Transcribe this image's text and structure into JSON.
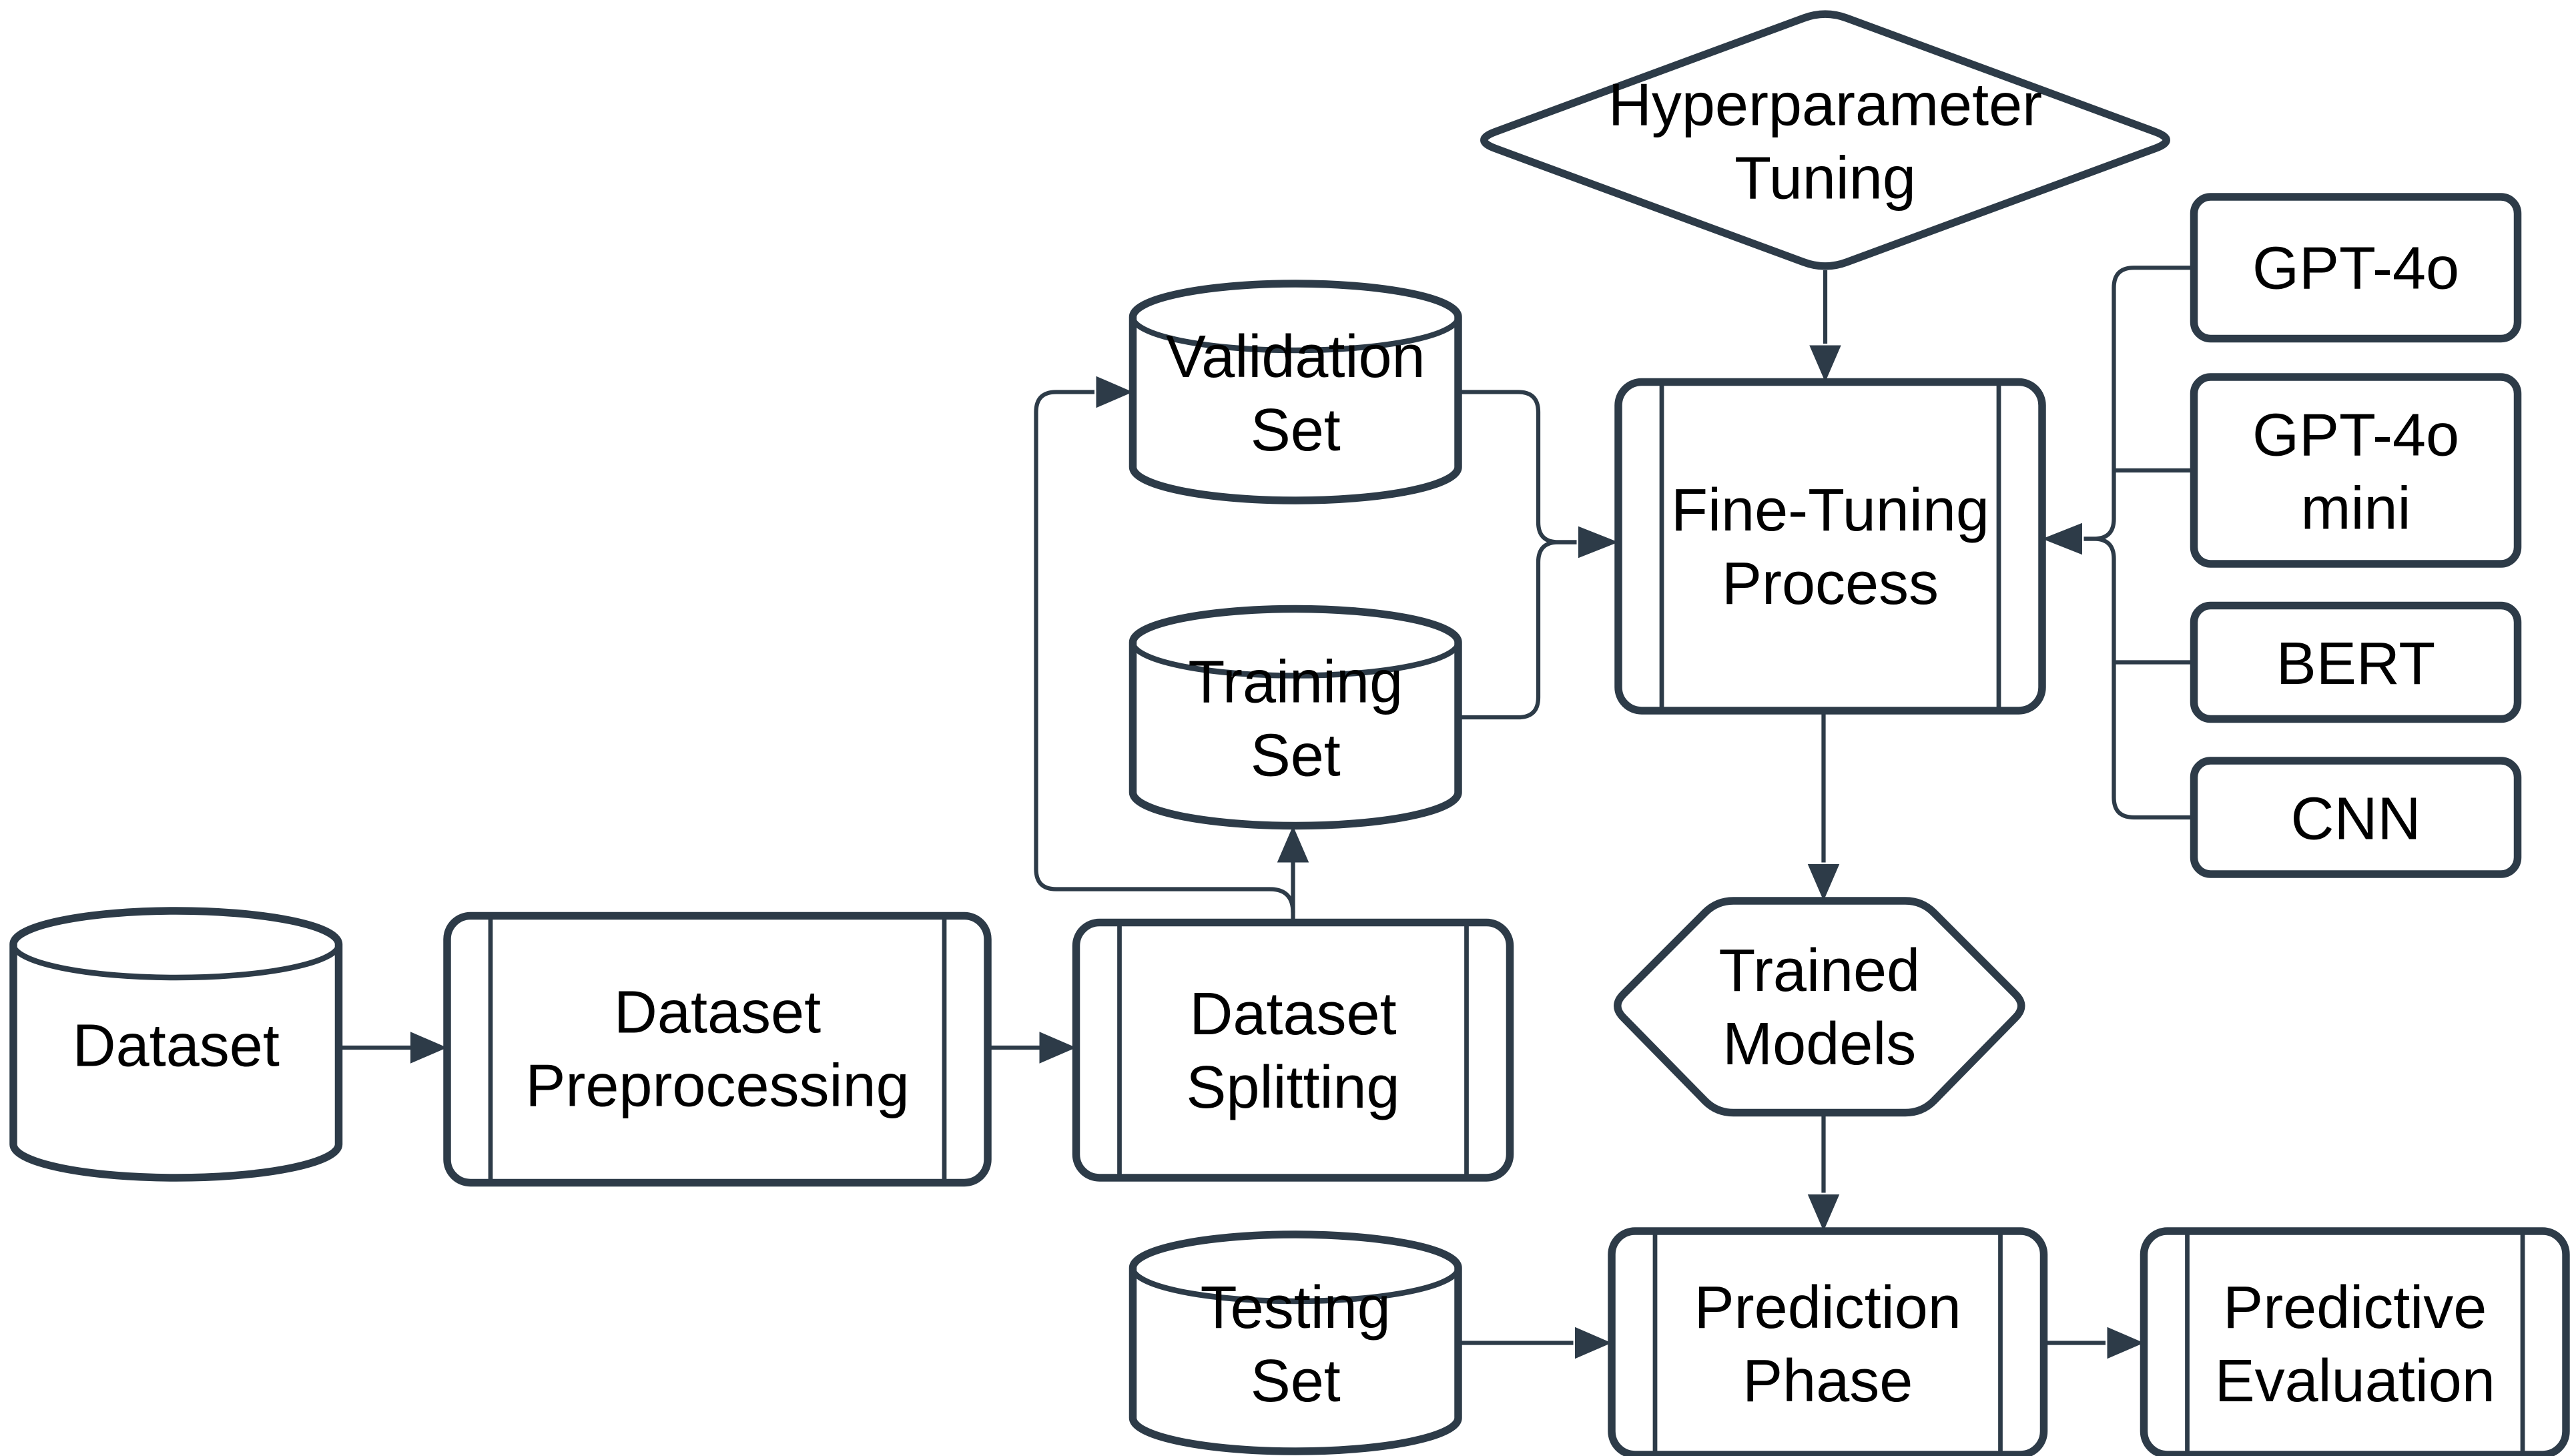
{
  "colors": {
    "background": "#ffffff",
    "line": "#2d3b48",
    "text": "#000000"
  },
  "nodes": {
    "dataset": {
      "shape": "cylinder",
      "lines": [
        "Dataset"
      ]
    },
    "dataset_preprocessing": {
      "shape": "predefined-process",
      "lines": [
        "Dataset",
        "Preprocessing"
      ]
    },
    "dataset_splitting": {
      "shape": "predefined-process",
      "lines": [
        "Dataset",
        "Splitting"
      ]
    },
    "validation_set": {
      "shape": "cylinder",
      "lines": [
        "Validation",
        "Set"
      ]
    },
    "training_set": {
      "shape": "cylinder",
      "lines": [
        "Training",
        "Set"
      ]
    },
    "hyperparameter_tuning": {
      "shape": "diamond",
      "lines": [
        "Hyperparameter",
        "Tuning"
      ]
    },
    "fine_tuning_process": {
      "shape": "predefined-process",
      "lines": [
        "Fine-Tuning",
        "Process"
      ]
    },
    "gpt_4o": {
      "shape": "rounded-rectangle",
      "lines": [
        "GPT-4o"
      ]
    },
    "gpt_4o_mini": {
      "shape": "rounded-rectangle",
      "lines": [
        "GPT-4o",
        "mini"
      ]
    },
    "bert": {
      "shape": "rounded-rectangle",
      "lines": [
        "BERT"
      ]
    },
    "cnn": {
      "shape": "rounded-rectangle",
      "lines": [
        "CNN"
      ]
    },
    "trained_models": {
      "shape": "hexagon",
      "lines": [
        "Trained",
        "Models"
      ]
    },
    "testing_set": {
      "shape": "cylinder",
      "lines": [
        "Testing",
        "Set"
      ]
    },
    "prediction_phase": {
      "shape": "predefined-process",
      "lines": [
        "Prediction",
        "Phase"
      ]
    },
    "predictive_evaluation": {
      "shape": "predefined-process",
      "lines": [
        "Predictive",
        "Evaluation"
      ]
    }
  },
  "edges": [
    {
      "from": "Dataset",
      "to": "Dataset Preprocessing"
    },
    {
      "from": "Dataset Preprocessing",
      "to": "Dataset Splitting"
    },
    {
      "from": "Dataset Splitting",
      "to": "Training Set"
    },
    {
      "from": "Dataset Splitting",
      "to": "Validation Set"
    },
    {
      "from": "Validation Set",
      "to": "Fine-Tuning Process"
    },
    {
      "from": "Training Set",
      "to": "Fine-Tuning Process"
    },
    {
      "from": "Hyperparameter Tuning",
      "to": "Fine-Tuning Process"
    },
    {
      "from": "GPT-4o",
      "to": "Fine-Tuning Process"
    },
    {
      "from": "GPT-4o mini",
      "to": "Fine-Tuning Process"
    },
    {
      "from": "BERT",
      "to": "Fine-Tuning Process"
    },
    {
      "from": "CNN",
      "to": "Fine-Tuning Process"
    },
    {
      "from": "Fine-Tuning Process",
      "to": "Trained Models"
    },
    {
      "from": "Trained Models",
      "to": "Prediction Phase"
    },
    {
      "from": "Testing Set",
      "to": "Prediction Phase"
    },
    {
      "from": "Prediction Phase",
      "to": "Predictive Evaluation"
    }
  ]
}
